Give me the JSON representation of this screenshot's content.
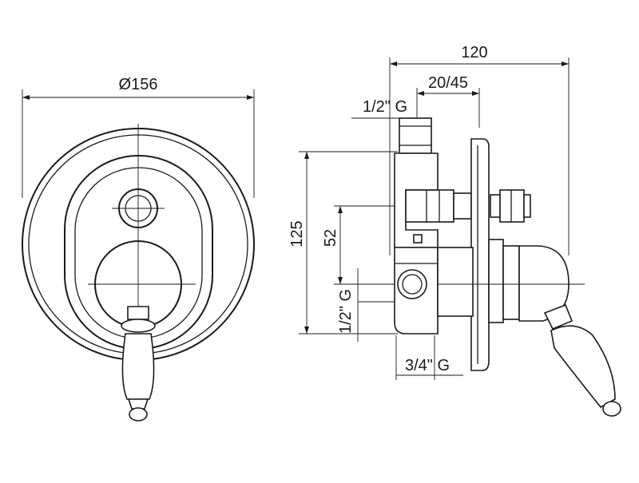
{
  "dimensions": {
    "front_diameter": "Ø156",
    "total_depth": "120",
    "depth_range": "20/45",
    "height_total": "125",
    "height_inner": "52",
    "thread_top": "1/2\" G",
    "thread_side": "1/2\" G",
    "thread_bottom": "3/4\" G"
  }
}
